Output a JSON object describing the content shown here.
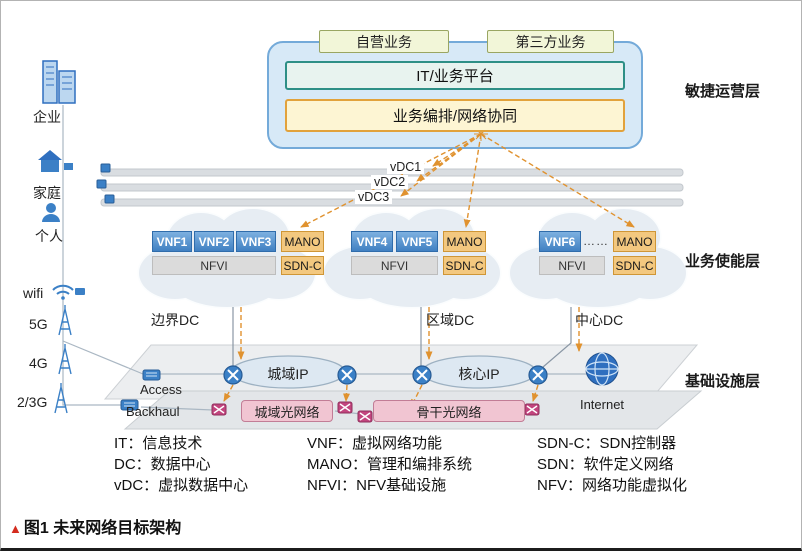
{
  "figure": {
    "caption_marker": "▲",
    "caption": "图1 未来网络目标架构"
  },
  "layers": {
    "agile": "敏捷运营层",
    "enablement": "业务使能层",
    "infrastructure": "基础设施层"
  },
  "platform": {
    "tab_self": "自营业务",
    "tab_third": "第三方业务",
    "it_platform": "IT/业务平台",
    "orchestration": "业务编排/网络协同"
  },
  "vdc_labels": [
    "vDC1",
    "vDC2",
    "vDC3"
  ],
  "clouds": [
    {
      "vnfs": [
        "VNF1",
        "VNF2",
        "VNF3"
      ],
      "mano": "MANO",
      "nfvi": "NFVI",
      "sdnc": "SDN-C",
      "dc_label": "边界DC"
    },
    {
      "vnfs": [
        "VNF4",
        "VNF5"
      ],
      "mano": "MANO",
      "nfvi": "NFVI",
      "sdnc": "SDN-C",
      "dc_label": "区域DC"
    },
    {
      "vnfs": [
        "VNF6"
      ],
      "ellipsis": "……",
      "mano": "MANO",
      "nfvi": "NFVI",
      "sdnc": "SDN-C",
      "dc_label": "中心DC"
    }
  ],
  "access_labels": {
    "enterprise": "企业",
    "home": "家庭",
    "personal": "个人",
    "wifi": "wifi",
    "g5": "5G",
    "g4": "4G",
    "g23": "2/3G"
  },
  "transport": {
    "access": "Access",
    "backhaul": "Backhaul",
    "metro_ip": "城域IP",
    "core_ip": "核心IP",
    "metro_optical": "城域光网络",
    "backbone_optical": "骨干光网络",
    "internet": "Internet"
  },
  "legend": {
    "col1": [
      "IT：信息技术",
      "DC：数据中心",
      "vDC：虚拟数据中心"
    ],
    "col2": [
      "VNF：虚拟网络功能",
      "MANO：管理和编排系统",
      "NFVI：NFV基础设施"
    ],
    "col3": [
      "SDN-C：SDN控制器",
      "SDN：软件定义网络",
      "NFV：网络功能虚拟化"
    ]
  },
  "icons": {
    "enterprise": "building",
    "home": "house",
    "personal": "person",
    "wifi": "wifi-waves",
    "mobile": "antenna-tower",
    "router": "router-circle-x",
    "optical_node": "optical-switch",
    "internet": "globe"
  },
  "colors": {
    "orange_accent": "#e0922f",
    "vnf_blue": "#4080c2",
    "teal_border": "#2e8f86",
    "optical_pink": "#f1c5d2"
  }
}
